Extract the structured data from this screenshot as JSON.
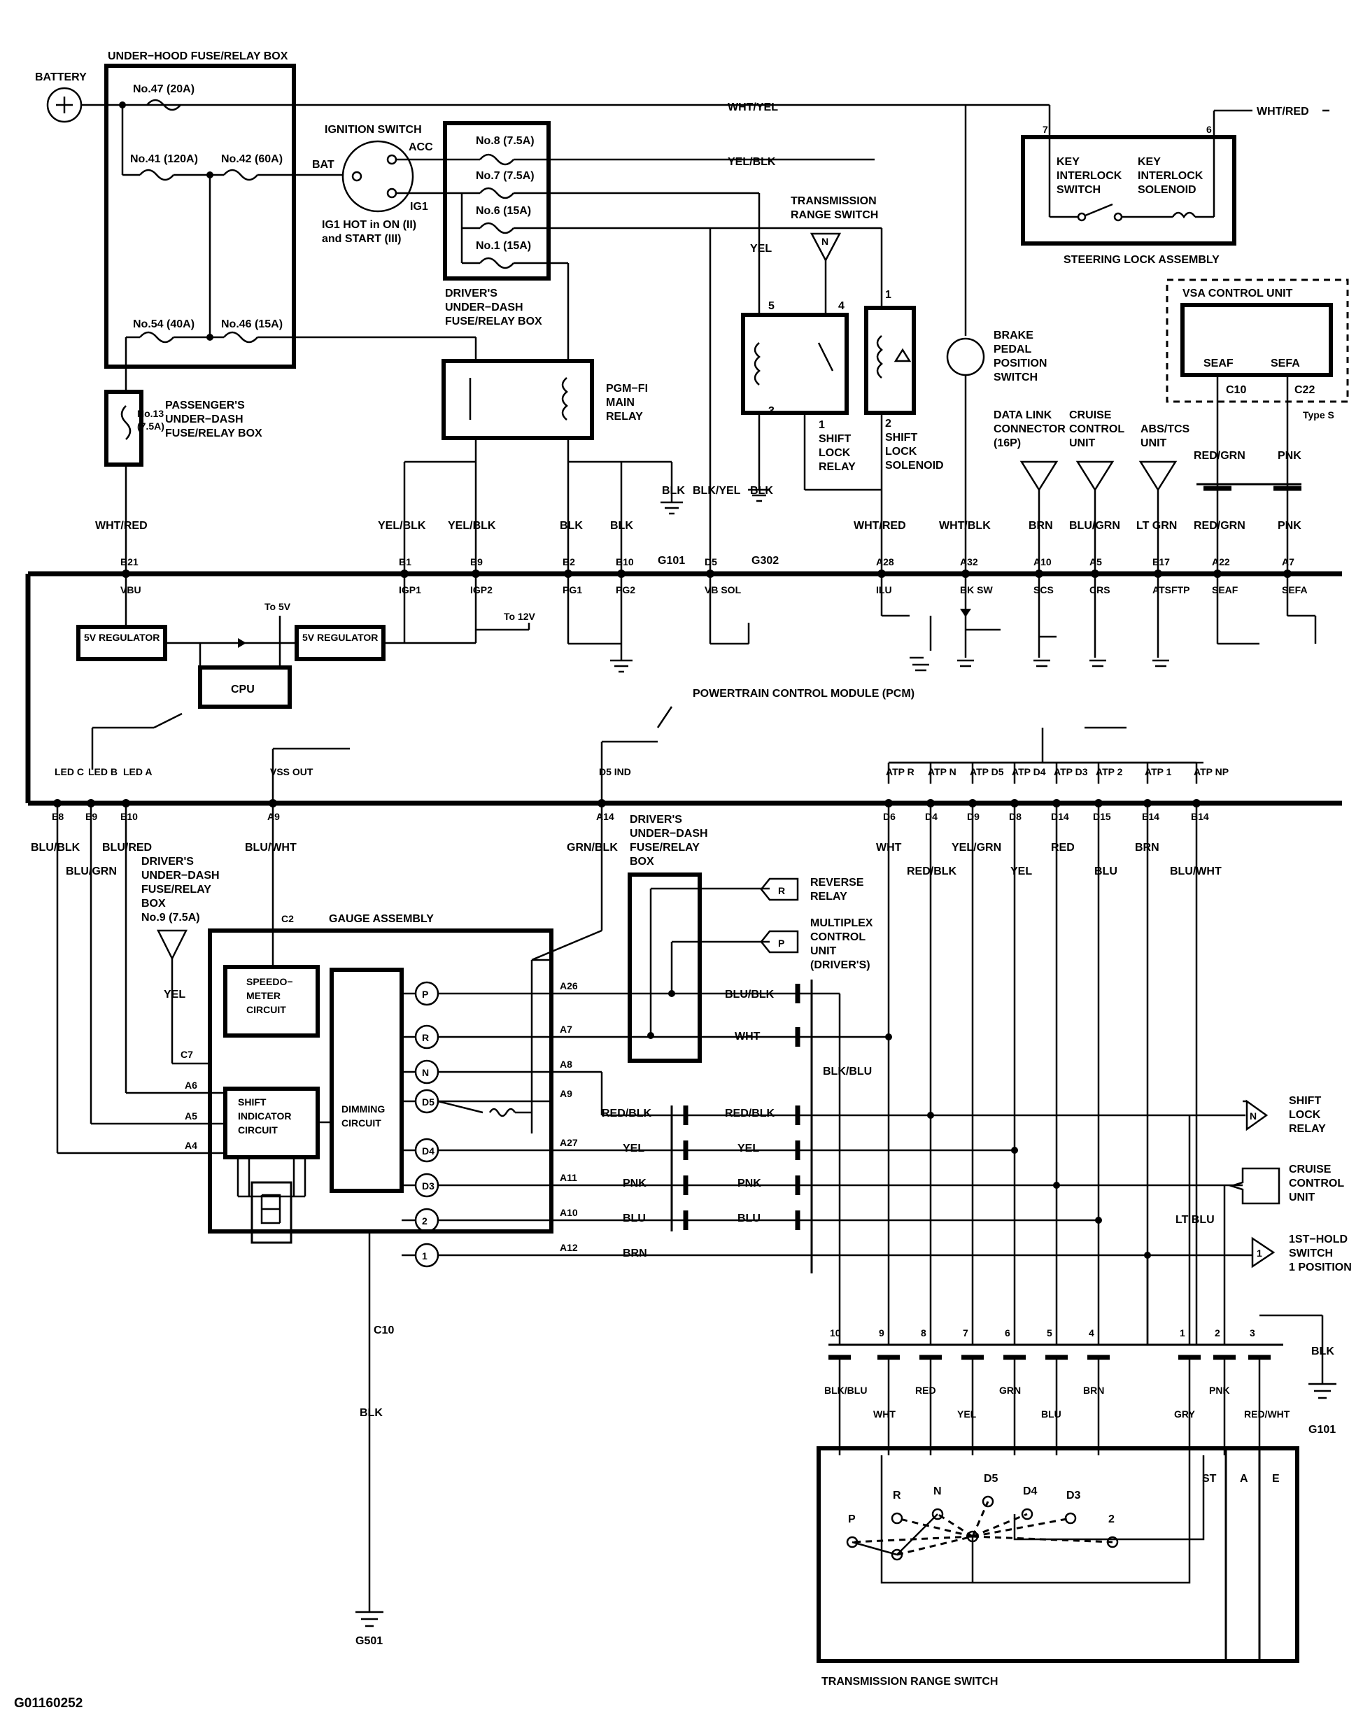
{
  "figure_id": "G01160252",
  "power": {
    "battery": "BATTERY",
    "under_hood_box": "UNDER−HOOD FUSE/RELAY BOX",
    "fuse_47": "No.47 (20A)",
    "fuse_41": "No.41 (120A)",
    "fuse_42": "No.42 (60A)",
    "fuse_54": "No.54 (40A)",
    "fuse_46": "No.46 (15A)",
    "ignition_switch": "IGNITION SWITCH",
    "bat": "BAT",
    "acc": "ACC",
    "ig1": "IG1",
    "ig1_hot_1": "IG1 HOT in ON (II)",
    "ig1_hot_2": "and START (III)",
    "fuse_8": "No.8 (7.5A)",
    "fuse_7": "No.7 (7.5A)",
    "fuse_6": "No.6 (15A)",
    "fuse_1": "No.1 (15A)",
    "drivers_box_1": "DRIVER'S",
    "drivers_box_2": "UNDER−DASH",
    "drivers_box_3": "FUSE/RELAY BOX",
    "passengers_1": "PASSENGER'S",
    "passengers_2": "UNDER−DASH",
    "passengers_3": "FUSE/RELAY BOX",
    "fuse_13a": "No.13",
    "fuse_13b": "(7.5A)",
    "pgm_1": "PGM−FI",
    "pgm_2": "MAIN",
    "pgm_3": "RELAY"
  },
  "top_right": {
    "wht_yel": "WHT/YEL",
    "wht_red": "WHT/RED",
    "yel_blk": "YEL/BLK",
    "yel": "YEL",
    "trs_1": "TRANSMISSION",
    "trs_2": "RANGE SWITCH",
    "n": "N",
    "pin_5": "5",
    "pin_4": "4",
    "pin_3": "3",
    "pin_1": "1",
    "pin_1b": "1",
    "pin_2": "2",
    "shift_lock_relay_1": "SHIFT",
    "shift_lock_relay_2": "LOCK",
    "shift_lock_relay_3": "RELAY",
    "shift_lock_sol_1": "SHIFT",
    "shift_lock_sol_2": "LOCK",
    "shift_lock_sol_3": "SOLENOID",
    "brake_1": "BRAKE",
    "brake_2": "PEDAL",
    "brake_3": "POSITION",
    "brake_4": "SWITCH",
    "key_switch_1": "KEY",
    "key_switch_2": "INTERLOCK",
    "key_switch_3": "SWITCH",
    "key_sol_1": "KEY",
    "key_sol_2": "INTERLOCK",
    "key_sol_3": "SOLENOID",
    "steering_lock": "STEERING LOCK ASSEMBLY",
    "pin_7": "7",
    "pin_6": "6",
    "vsa": "VSA CONTROL UNIT",
    "seaf": "SEAF",
    "sefa": "SEFA",
    "c10": "C10",
    "c22": "C22",
    "type_s": "Type S",
    "dlc_1": "DATA LINK",
    "dlc_2": "CONNECTOR",
    "dlc_3": "(16P)",
    "ccu_1": "CRUISE",
    "ccu_2": "CONTROL",
    "ccu_3": "UNIT",
    "abs_1": "ABS/TCS",
    "abs_2": "UNIT",
    "red_grn": "RED/GRN",
    "pnk": "PNK"
  },
  "pcm": {
    "title": "POWERTRAIN CONTROL MODULE (PCM)",
    "wires_top": [
      "WHT/RED",
      "YEL/BLK",
      "YEL/BLK",
      "BLK",
      "BLK",
      "BLK",
      "BLK/YEL",
      "BLK",
      "WHT/RED",
      "WHT/BLK",
      "BRN",
      "BLU/GRN",
      "LT GRN",
      "RED/GRN",
      "PNK"
    ],
    "g101": "G101",
    "g302": "G302",
    "pins_top": [
      "B21",
      "B1",
      "B9",
      "B2",
      "B10",
      "D5",
      "A28",
      "A32",
      "A10",
      "A5",
      "E17",
      "A22",
      "A7"
    ],
    "sig_top": [
      "VBU",
      "IGP1",
      "IGP2",
      "PG1",
      "PG2",
      "VB SOL",
      "ILU",
      "BK SW",
      "SCS",
      "CRS",
      "ATSFTP",
      "SEAF",
      "SEFA"
    ],
    "reg_1": "5V REGULATOR",
    "reg_2": "5V REGULATOR",
    "cpu": "CPU",
    "to5v": "To 5V",
    "to12v": "To 12V",
    "sig_bottom": [
      "LED C",
      "LED B",
      "LED A",
      "VSS OUT",
      "D5 IND",
      "ATP R",
      "ATP N",
      "ATP D5",
      "ATP D4",
      "ATP D3",
      "ATP 2",
      "ATP 1",
      "ATP NP"
    ],
    "pins_bottom": [
      "E8",
      "E9",
      "E10",
      "A9",
      "A14",
      "D6",
      "D4",
      "D9",
      "D8",
      "D14",
      "D15",
      "E14",
      "B14"
    ]
  },
  "lower": {
    "wires_bottom": [
      "BLU/BLK",
      "BLU/GRN",
      "BLU/RED",
      "BLU/WHT",
      "GRN/BLK",
      "WHT",
      "RED/BLK",
      "YEL/GRN",
      "YEL",
      "RED",
      "BLU",
      "BRN",
      "BLU/WHT"
    ],
    "drv_fuse_1": "DRIVER'S",
    "drv_fuse_2": "UNDER−DASH",
    "drv_fuse_3": "FUSE/RELAY",
    "drv_fuse_4": "BOX",
    "drv_fuse_5": "No.9 (7.5A)",
    "yel": "YEL",
    "dbox_1": "DRIVER'S",
    "dbox_2": "UNDER−DASH",
    "dbox_3": "FUSE/RELAY",
    "dbox_4": "BOX",
    "reverse_1": "REVERSE",
    "reverse_2": "RELAY",
    "mux_1": "MULTIPLEX",
    "mux_2": "CONTROL",
    "mux_3": "UNIT",
    "mux_4": "(DRIVER'S)",
    "r_tag": "R",
    "p_tag": "P",
    "n_tag": "N",
    "one_tag": "1",
    "gauge": "GAUGE ASSEMBLY",
    "c2": "C2",
    "c7": "C7",
    "speedo_1": "SPEEDO−",
    "speedo_2": "METER",
    "speedo_3": "CIRCUIT",
    "shift_ind_1": "SHIFT",
    "shift_ind_2": "INDICATOR",
    "shift_ind_3": "CIRCUIT",
    "dimming_1": "DIMMING",
    "dimming_2": "CIRCUIT",
    "indicators": [
      "P",
      "R",
      "N",
      "D5",
      "D4",
      "D3",
      "2",
      "1"
    ],
    "ga_pins": [
      "A26",
      "A7",
      "A8",
      "A9",
      "A27",
      "A11",
      "A10",
      "A12"
    ],
    "ga_left_pins": [
      "A6",
      "A5",
      "A4"
    ],
    "mid_wires": [
      "BLU/BLK",
      "WHT",
      "RED/BLK",
      "YEL",
      "PNK",
      "BLU",
      "BRN"
    ],
    "mid_wires2": [
      "RED/BLK",
      "YEL",
      "PNK",
      "BLU"
    ],
    "blk_blu": "BLK/BLU",
    "lt_blu": "LT BLU",
    "slr_1": "SHIFT",
    "slr_2": "LOCK",
    "slr_3": "RELAY",
    "ccu_1": "CRUISE",
    "ccu_2": "CONTROL",
    "ccu_3": "UNIT",
    "hold_1": "1ST−HOLD",
    "hold_2": "SWITCH",
    "hold_3": "1 POSITION",
    "c10": "C10",
    "blk": "BLK",
    "g501": "G501",
    "trs_pins": [
      "10",
      "9",
      "8",
      "7",
      "6",
      "5",
      "4",
      "1",
      "2",
      "3"
    ],
    "trs_wires": [
      "BLK/BLU",
      "WHT",
      "RED",
      "YEL",
      "GRN",
      "BLU",
      "BRN",
      "GRY",
      "PNK",
      "RED/WHT"
    ],
    "trs_title": "TRANSMISSION RANGE SWITCH",
    "trs_pos": [
      "P",
      "R",
      "N",
      "D5",
      "D4",
      "D3",
      "2"
    ],
    "trs_st": "ST",
    "trs_a": "A",
    "trs_e": "E",
    "g101": "G101",
    "blk2": "BLK"
  }
}
